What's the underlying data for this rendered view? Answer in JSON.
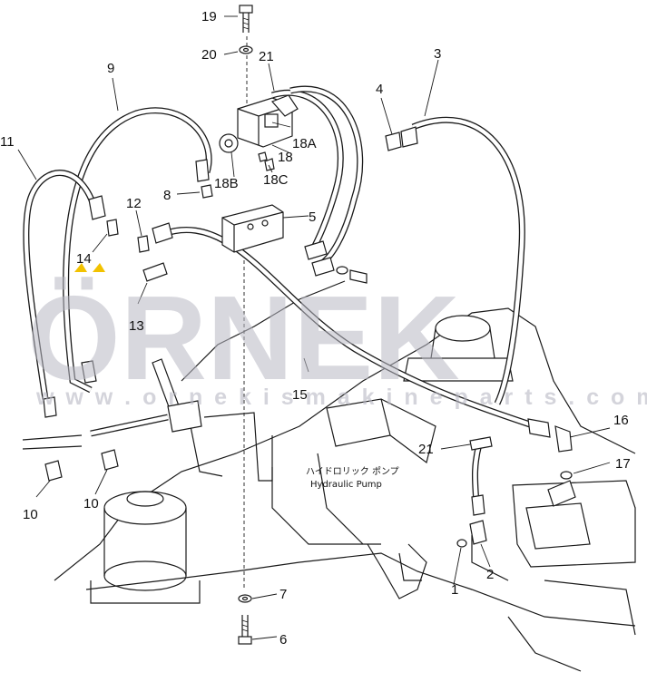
{
  "diagram": {
    "callouts": [
      "1",
      "2",
      "3",
      "4",
      "5",
      "6",
      "7",
      "8",
      "9",
      "10",
      "10",
      "11",
      "12",
      "13",
      "14",
      "15",
      "16",
      "17",
      "18",
      "18A",
      "18B",
      "18C",
      "19",
      "20",
      "21",
      "21"
    ],
    "caption": {
      "japanese": "ハイドロリック ポンプ",
      "english": "Hydraulic Pump"
    }
  },
  "watermark": {
    "brand": "ÖRNEK",
    "url": "w w w . o r n e k i s m a k i n e p a r t s . c o m . t r"
  },
  "colors": {
    "line": "#1a1a1a",
    "watermark": "#b9b9c4",
    "accent": "#f2c200"
  }
}
